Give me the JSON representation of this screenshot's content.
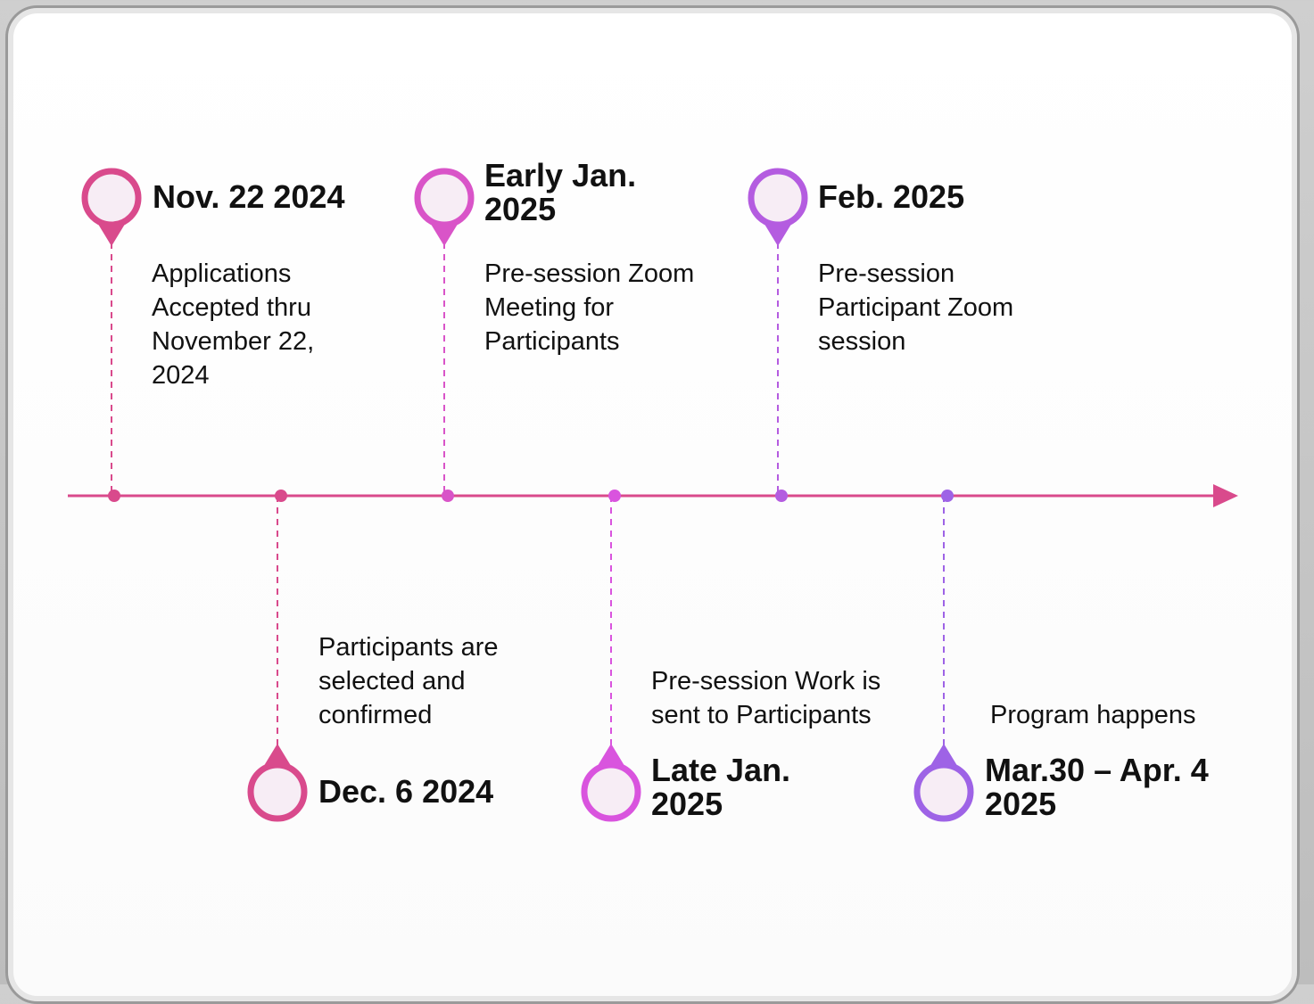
{
  "events": [
    {
      "date": "Nov. 22 2024",
      "description": "Applications Accepted thru November  22, 2024",
      "color": "#d94a8c"
    },
    {
      "date": "Dec. 6 2024",
      "description": "Participants are selected and confirmed",
      "color": "#d94a8c"
    },
    {
      "date": "Early Jan. 2025",
      "description": "Pre-session Zoom Meeting for Participants",
      "color": "#d954c8"
    },
    {
      "date": "Late Jan. 2025",
      "description": "Pre-session Work is sent to Participants",
      "color": "#d954de"
    },
    {
      "date": "Feb. 2025",
      "description": "Pre-session Participant Zoom session",
      "color": "#b45ce0"
    },
    {
      "date": "Mar.30 – Apr. 4 2025",
      "description": "Program happens",
      "color": "#9e63e6"
    }
  ],
  "axis_color": "#d94a8c"
}
